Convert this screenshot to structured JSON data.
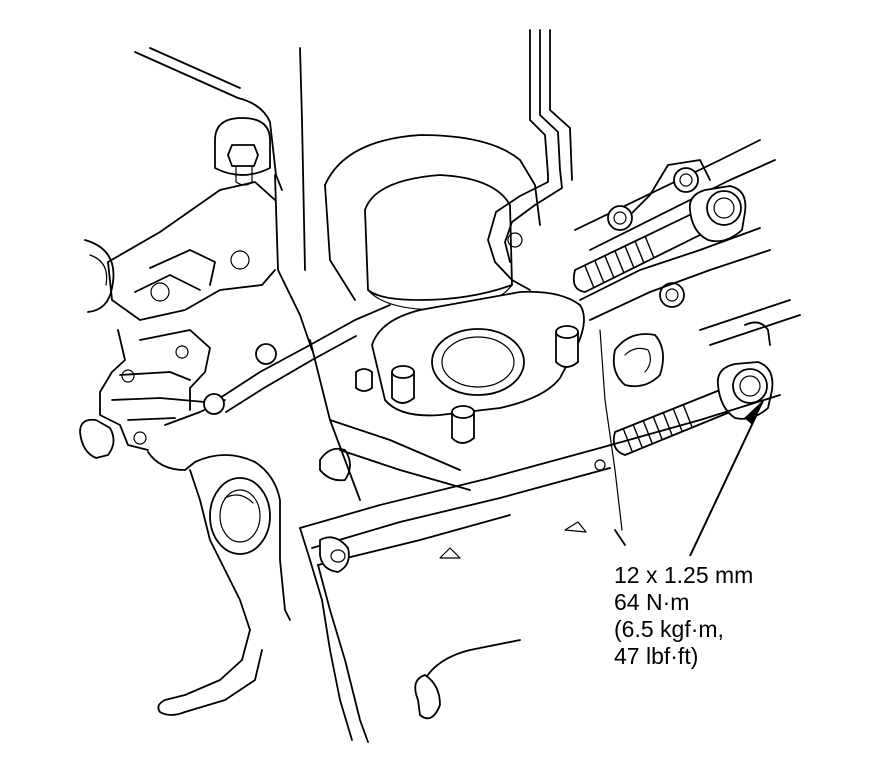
{
  "callout": {
    "size": "12 x 1.25 mm",
    "torque_nm": "64 N·m",
    "torque_kgf": "(6.5 kgf·m,",
    "torque_lbf": "47 lbf·ft)"
  },
  "colors": {
    "line": "#000000",
    "background": "#ffffff"
  }
}
